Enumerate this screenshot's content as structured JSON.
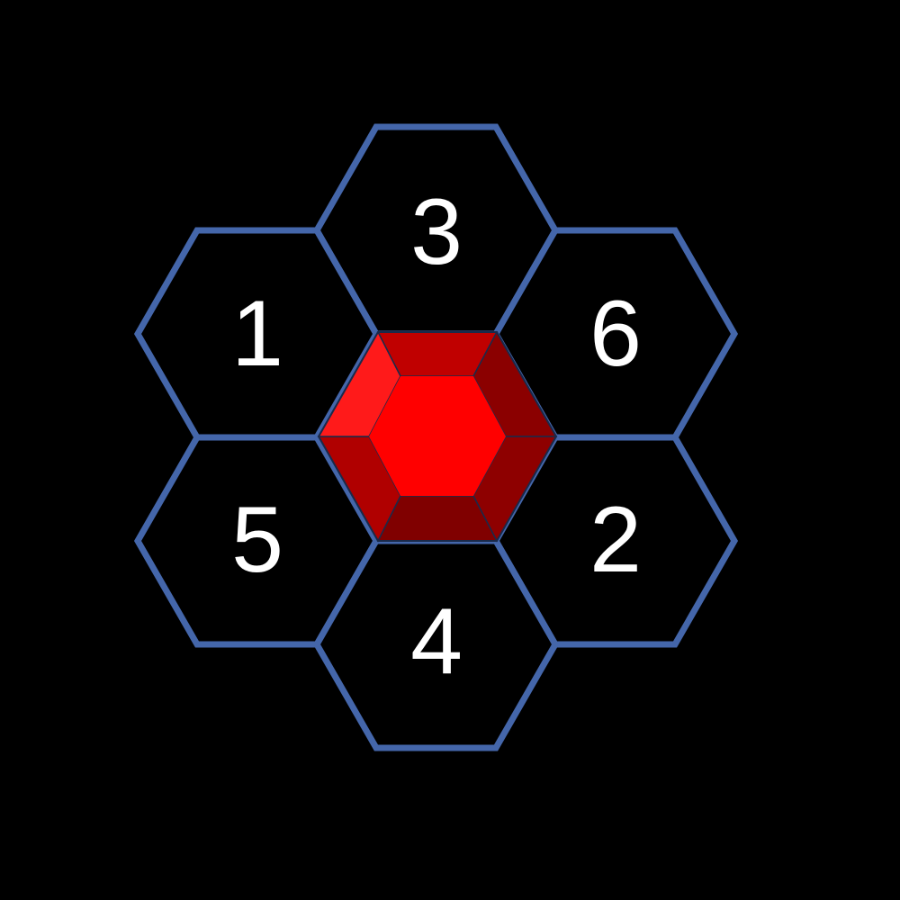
{
  "board": {
    "cells": [
      {
        "id": "top",
        "number": "3"
      },
      {
        "id": "upper-left",
        "number": "1"
      },
      {
        "id": "upper-right",
        "number": "6"
      },
      {
        "id": "lower-left",
        "number": "5"
      },
      {
        "id": "lower-right",
        "number": "2"
      },
      {
        "id": "bottom",
        "number": "4"
      }
    ],
    "center": {
      "icon": "red-hexagon-gem-icon"
    }
  },
  "colors": {
    "background": "#000000",
    "outline": "#4466AA",
    "number": "#FFFFFF",
    "gem_face": "#FF0000",
    "gem_top": "#C00000",
    "gem_upper_right": "#8B0000",
    "gem_lower_right": "#8E0000",
    "gem_bottom": "#800000",
    "gem_lower_left": "#B00000",
    "gem_upper_left": "#FF1A1A"
  }
}
